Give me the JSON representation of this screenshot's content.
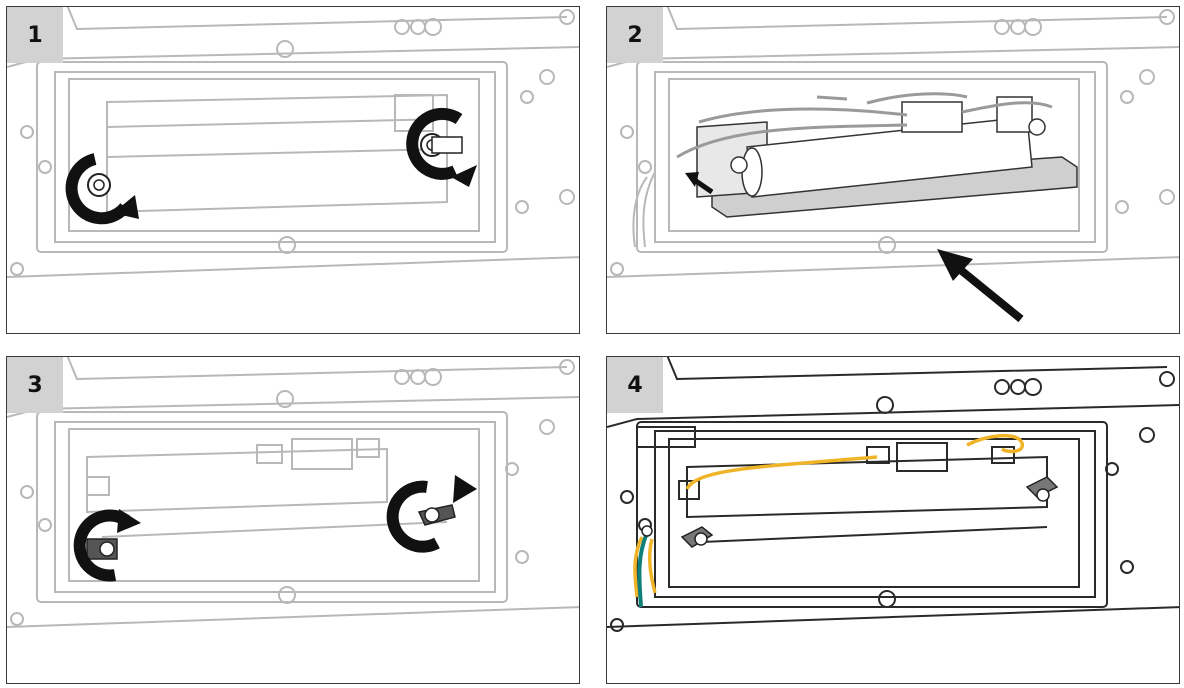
{
  "steps": [
    {
      "number": "1",
      "id": "p1"
    },
    {
      "number": "2",
      "id": "p2"
    },
    {
      "number": "3",
      "id": "p3"
    },
    {
      "number": "4",
      "id": "p4"
    }
  ],
  "colors": {
    "outline": "#b8b8b8",
    "outline_dark": "#2a2a2a",
    "badge": "#d2d2d2",
    "arrow": "#1a1a1a",
    "tube_yellow": "#f0b429",
    "tube_teal": "#0f7f7a",
    "plate_gray": "#c8c8c8"
  },
  "icons": [
    "rotate-arrow-icon",
    "push-arrow-icon",
    "screw-icon"
  ]
}
